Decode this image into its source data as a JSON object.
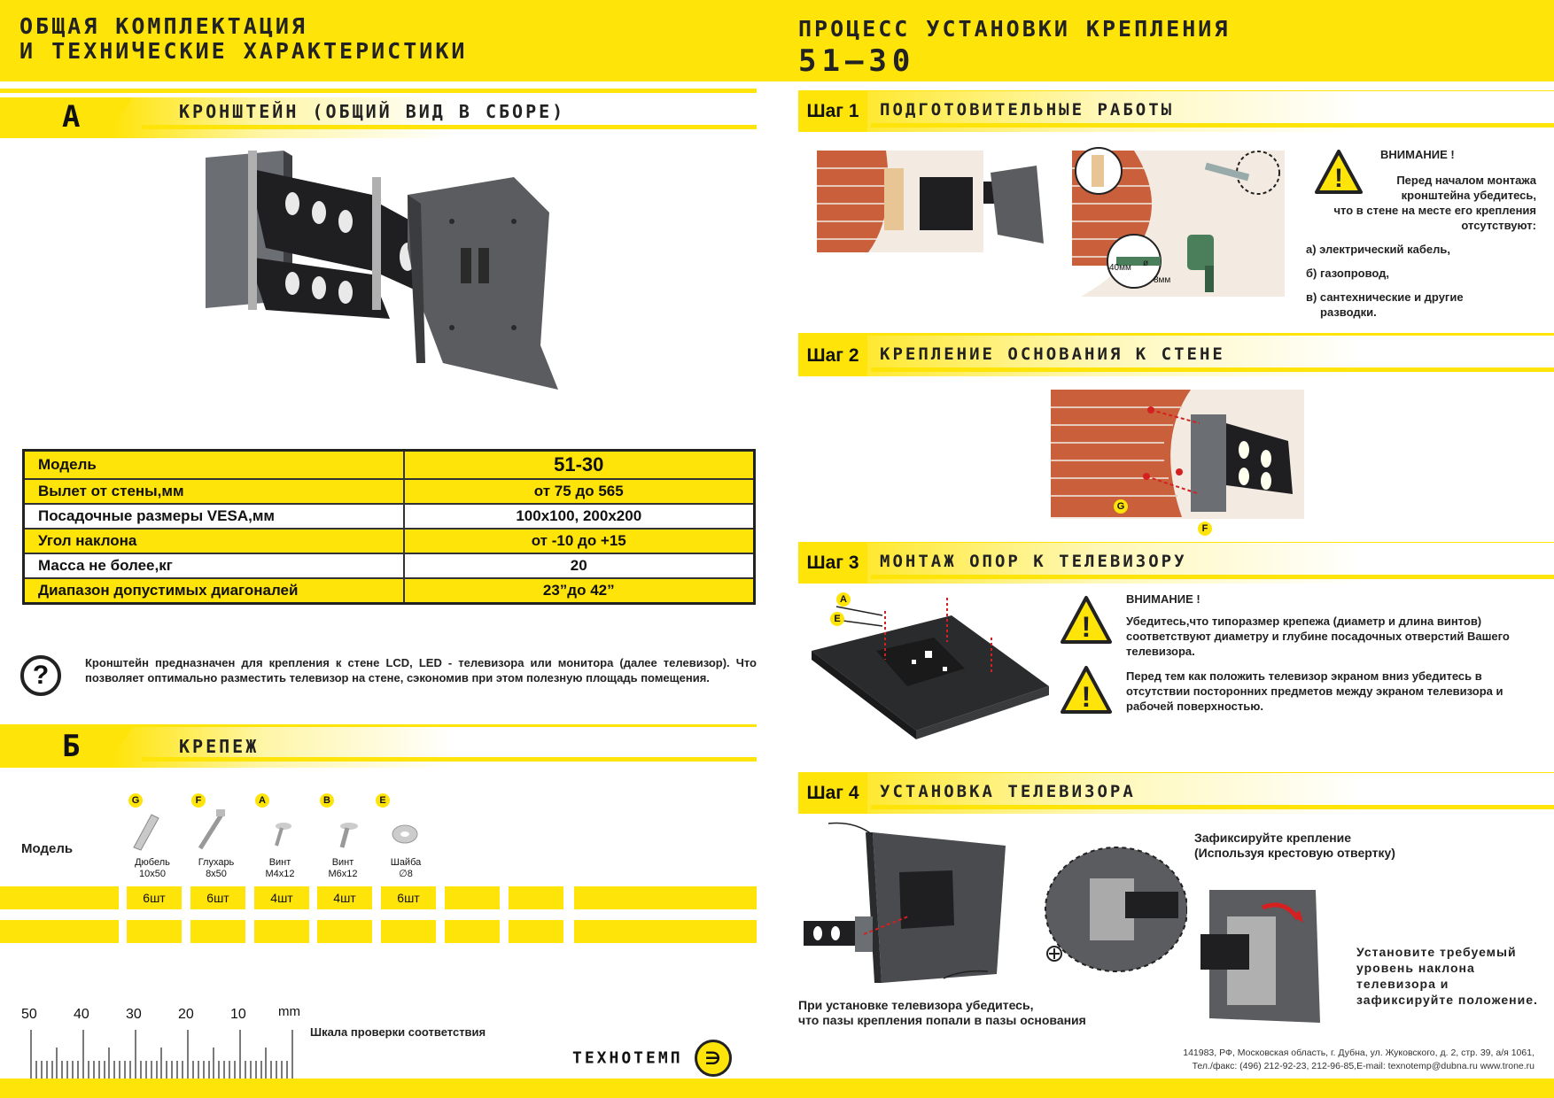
{
  "left": {
    "title_line1": "ОБЩАЯ КОМПЛЕКТАЦИЯ",
    "title_line2": "И ТЕХНИЧЕСКИЕ ХАРАКТЕРИСТИКИ",
    "section_a": {
      "letter": "A",
      "title": "КРОНШТЕЙН (ОБЩИЙ ВИД В СБОРЕ)"
    },
    "specs": [
      {
        "label": "Модель",
        "value": "51-30"
      },
      {
        "label": "Вылет от стены,мм",
        "value": "от 75 до 565"
      },
      {
        "label": "Посадочные размеры VESA,мм",
        "value": "100x100, 200x200"
      },
      {
        "label": "Угол наклона",
        "value": "от -10 до +15"
      },
      {
        "label": "Масса не более,кг",
        "value": "20"
      },
      {
        "label": "Диапазон допустимых диагоналей",
        "value": "23”до 42”"
      }
    ],
    "info_text": "Кронштейн предназначен для крепления к стене LCD, LED - телевизора  или монитора (далее телевизор). Что позволяет оптимально разместить телевизор на стене, сэкономив при этом полезную площадь помещения.",
    "section_b": {
      "letter": "Б",
      "title": "КРЕПЕЖ"
    },
    "hardware_row_label": "Модель",
    "hardware": [
      {
        "letter": "G",
        "name": "Дюбель",
        "size": "10x50",
        "qty": "6шт"
      },
      {
        "letter": "F",
        "name": "Глухарь",
        "size": "8x50",
        "qty": "6шт"
      },
      {
        "letter": "A",
        "name": "Винт",
        "size": "M4x12",
        "qty": "4шт"
      },
      {
        "letter": "B",
        "name": "Винт",
        "size": "M6x12",
        "qty": "4шт"
      },
      {
        "letter": "E",
        "name": "Шайба",
        "size": "∅8",
        "qty": "6шт"
      }
    ],
    "ruler": {
      "labels": [
        "50",
        "40",
        "30",
        "20",
        "10",
        "mm"
      ],
      "caption": "Шкала проверки соответствия"
    },
    "brand": "ТЕХНОТЕМП"
  },
  "right": {
    "title_line1": "ПРОЦЕСС УСТАНОВКИ КРЕПЛЕНИЯ",
    "title_line2": "51–30",
    "step1": {
      "label": "Шаг 1",
      "title": "ПОДГОТОВИТЕЛЬНЫЕ РАБОТЫ",
      "dim1": "40мм",
      "dim2": "8мм",
      "dia": "ø",
      "warn_title": "ВНИМАНИЕ !",
      "warn_text1": "Перед началом монтажа кронштейна убедитесь,",
      "warn_text2": "что в стене на месте его крепления отсутствуют:",
      "item_a": "а) электрический кабель,",
      "item_b": "б) газопровод,",
      "item_c1": "в) сантехнические и другие",
      "item_c2": "разводки."
    },
    "step2": {
      "label": "Шаг 2",
      "title": "КРЕПЛЕНИЕ ОСНОВАНИЯ К СТЕНЕ",
      "g": "G",
      "f": "F"
    },
    "step3": {
      "label": "Шаг 3",
      "title": "МОНТАЖ ОПОР К ТЕЛЕВИЗОРУ",
      "a": "A",
      "e": "E",
      "warn_title": "ВНИМАНИЕ !",
      "warn1": "Убедитесь,что типоразмер крепежа (диаметр и длина винтов) соответствуют диаметру и глубине посадочных отверстий Вашего телевизора.",
      "warn2": "Перед тем как положить телевизор экраном вниз убедитесь в отсутствии посторонних предметов между экраном телевизора и рабочей поверхностью."
    },
    "step4": {
      "label": "Шаг 4",
      "title": "УСТАНОВКА ТЕЛЕВИЗОРА",
      "fix_line1": "Зафиксируйте крепление",
      "fix_line2": "(Используя крестовую отвертку)",
      "note_line1": "При установке телевизора убедитесь,",
      "note_line2": "что пазы крепления попали в пазы основания",
      "tilt": "Установите требуемый уровень наклона телевизора и зафиксируйте положение."
    },
    "address_line1": "141983, РФ, Московская область, г. Дубна, ул. Жуковского, д. 2, стр. 39, а/я 1061,",
    "address_line2": "Тел./факс: (496) 212-92-23, 212-96-85,E-mail: texnotemp@dubna.ru www.trone.ru"
  }
}
